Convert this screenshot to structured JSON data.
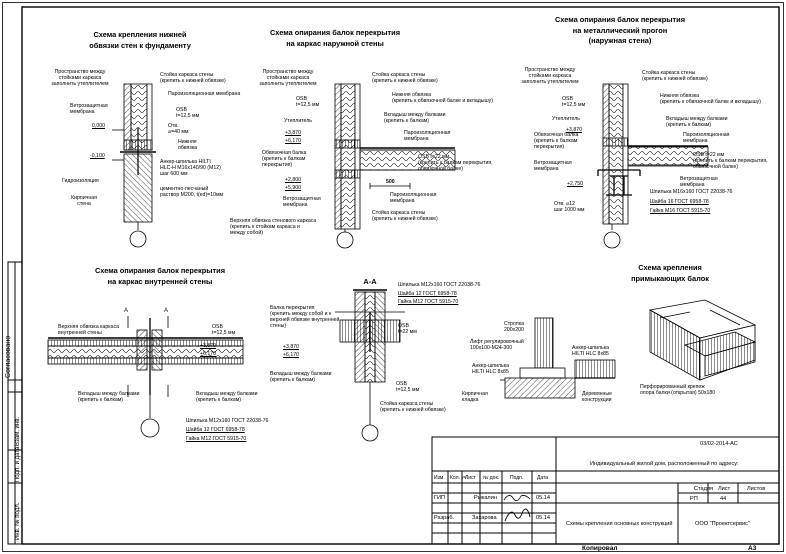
{
  "frame": {
    "side_stamp": {
      "agreed": "Согласовано",
      "inv_sign": "Инв. № подл.",
      "sign_date": "Подп. и дата",
      "inv_dup": "Взам. инв."
    },
    "copied": "Копировал",
    "format": "А3"
  },
  "s1": {
    "title1": "Схема крепления нижней",
    "title2": "обвязки стен к фундаменту",
    "lbl_space": [
      "Пространство между",
      "стойками каркаса",
      "заполнить утеплителем"
    ],
    "lbl_stud": [
      "Стойка каркаса стены",
      "(крепить к нижней обвязке)"
    ],
    "lbl_vapor": "Пароизоляционная мембрана",
    "lbl_wind": [
      "Ветрозащитная",
      "мембрана"
    ],
    "lbl_osb": [
      "OSB",
      "t=12,5 мм"
    ],
    "lbl_hole": [
      "Отв.",
      "⌀=40 мм"
    ],
    "lbl_bottom": [
      "Нижняя",
      "обвязка"
    ],
    "lvl_000": "0,000",
    "lvl_m100": "-0,100",
    "lbl_anchor": [
      "Анкер-шпилька HILTI",
      "HLC-H M16x140/90 (M12)",
      "шаг 600 мм"
    ],
    "lbl_mortar": [
      "цементно-песчаный",
      "раствор М200, t(ed)=10мм"
    ],
    "lbl_hydro": "Гидроизоляция",
    "lbl_brick": [
      "Кирпичная",
      "стена"
    ]
  },
  "s2": {
    "title1": "Схема опирания балок перекрытия",
    "title2": "на каркас наружной стены",
    "lbl_space": [
      "Пространство между",
      "стойками каркаса",
      "заполнить утеплителем"
    ],
    "lbl_stud_top": [
      "Стойка каркаса стены",
      "(крепить к нижней обвязке)"
    ],
    "lbl_osb": [
      "OSB",
      "t=12,5 мм"
    ],
    "lbl_lower": [
      "Нижняя обвязка",
      "(крепить к обвязочной балке и вкладышу)"
    ],
    "lbl_insert": [
      "Вкладыш между балками",
      "(крепить к балкам)"
    ],
    "lbl_insul": "Утеплитель",
    "lvl_3870": "+3,870",
    "lvl_6170": "+6,170",
    "lbl_vapor": [
      "Пароизоляционная",
      "мембрана"
    ],
    "lbl_rim": [
      "Обвязочная балка",
      "(крепить к балкам",
      "перекрытия)"
    ],
    "lbl_osb22": [
      "OSB t=22 мм",
      "(крепить к балкам перекрытия,",
      "обвязочной балке)"
    ],
    "lvl_2800": "+2,800",
    "lvl_5900": "+5,900",
    "lbl_wind": [
      "Ветрозащитная",
      "мембрана"
    ],
    "dim_500": "500",
    "lbl_vapor2": [
      "Пароизоляционная",
      "мембрана"
    ],
    "lbl_stud_bot": [
      "Стойка каркаса стены",
      "(крепить к нижней обвязке)"
    ],
    "lbl_top": [
      "Верхняя обвязка стенового каркаса",
      "(крепить к стойкам каркаса и",
      "между собой)"
    ]
  },
  "s3": {
    "title1": "Схема опирания балок перекрытия",
    "title2": "на металлический прогон",
    "title3": "(наружная стена)",
    "lbl_space": [
      "Пространство между",
      "стойками каркаса",
      "заполнить утеплителем"
    ],
    "lbl_stud": [
      "Стойка каркаса стены",
      "(крепить к нижней обвязке)"
    ],
    "lbl_osb": [
      "OSB",
      "t=12,5 мм"
    ],
    "lbl_lower": [
      "Нижняя обвязка",
      "(крепить к обвязочной балке и вкладышу)"
    ],
    "lbl_insul": "Утеплитель",
    "lbl_insert": [
      "Вкладыш между балками",
      "(крепить к балкам)"
    ],
    "lvl_3870": "+3,870",
    "lbl_vapor": [
      "Пароизоляционная",
      "мембрана"
    ],
    "lbl_rim": [
      "Обвязочная балка",
      "(крепить к балкам",
      "перекрытия)"
    ],
    "lbl_osb22": [
      "OSB t=22 мм",
      "(крепить к балкам перекрытия,",
      "обвязочной балке)"
    ],
    "lbl_wind": [
      "Ветрозащитная",
      "мембрана"
    ],
    "lbl_wind2": [
      "Ветрозащитная",
      "мембрана"
    ],
    "lvl_2750": "+2,750",
    "lbl_bolt": "Шпилька М16х160 ГОСТ 22038-76",
    "lbl_washer": "Шайба 16 ГОСТ 6958-78",
    "lbl_nut": "Гайка М16 ГОСТ 5915-70",
    "lbl_hole": [
      "Отв. ⌀12",
      "шаг 1000 мм"
    ]
  },
  "s4": {
    "title1": "Схема опирания балок перекрытия",
    "title2": "на каркас внутренней стены",
    "lbl_top": [
      "Верхняя обвязка каркаса",
      "внутренней стены"
    ],
    "lbl_osb": [
      "OSB",
      "t=12,5 мм"
    ],
    "lvl_3870": "+3,870",
    "lvl_6170": "+6,170",
    "dim_a": "A",
    "lbl_insert_l": [
      "Вкладыш между балками",
      "(крепить к балкам)"
    ],
    "lbl_insert_r": [
      "Вкладыш между балками",
      "(крепить к балкам)"
    ],
    "lbl_bolt": "Шпилька М12х160 ГОСТ 22038-76",
    "lbl_washer": "Шайба 12 ГОСТ 6958-78",
    "lbl_nut": "Гайка М12 ГОСТ 5915-70"
  },
  "s5": {
    "title": "А-А",
    "lbl_bolt": "Шпилька М12х160 ГОСТ 22038-76",
    "lbl_washer": "Шайба 12 ГОСТ 6958-78",
    "lbl_nut": "Гайка М12 ГОСТ 5915-70",
    "lbl_beam": [
      "Балка перекрытия",
      "(крепить между собой и к",
      "верхней обвязке внутренней",
      "стены)"
    ],
    "lbl_osb22": [
      "OSB",
      "t=22 мм"
    ],
    "lvl_3870": "+3,870",
    "lvl_6170": "+6,170",
    "lbl_insert": [
      "Вкладыш между балками",
      "(крепить к балкам)"
    ],
    "lbl_osb": [
      "OSB",
      "t=12,5 мм"
    ],
    "lbl_stud": [
      "Стойка каркаса стены",
      "(крепить к нижней обвязке)"
    ]
  },
  "s6": {
    "title1": "Схема крепления",
    "title2": "примыкающих балок",
    "lbl_rafter": [
      "Стропка",
      "200x200"
    ],
    "lbl_bracket": [
      "Лифт регулировочный",
      "100x100-М24-300"
    ],
    "lbl_anchor1": [
      "Анкер-шпилька",
      "HILTI HLC 8x85"
    ],
    "lbl_anchor2": [
      "Анкер-шпилька",
      "HILTI HLC 8x85"
    ],
    "lbl_brick": [
      "Кирпичная",
      "кладка"
    ],
    "lbl_wood": [
      "Деревянные",
      "конструкции"
    ],
    "lbl_perf": [
      "Перфорированный крепеж",
      "опора балки (открытая) 50x180"
    ]
  },
  "titleblock": {
    "code": "03/02-2014-АС",
    "project": "Индивидуальный жилой дом, расположенный по адресу:",
    "hdr": {
      "change": "Изм.",
      "qty": "Кол. уч.",
      "sheet": "Лист",
      "doc": "№ док.",
      "sign": "Подп.",
      "date": "Дата"
    },
    "rows": [
      {
        "role": "ГИП",
        "name": "Рыкалин",
        "date": "05.14"
      },
      {
        "role": "Разраб.",
        "name": "Захарова",
        "date": "05.14"
      }
    ],
    "stage_hdr": "Стадия",
    "sheet_hdr": "Лист",
    "sheets_hdr": "Листов",
    "stage": "РП",
    "sheet_no": "44",
    "drawing": "Схемы крепления основных конструкций",
    "company": "ООО \"Проектсервис\""
  }
}
